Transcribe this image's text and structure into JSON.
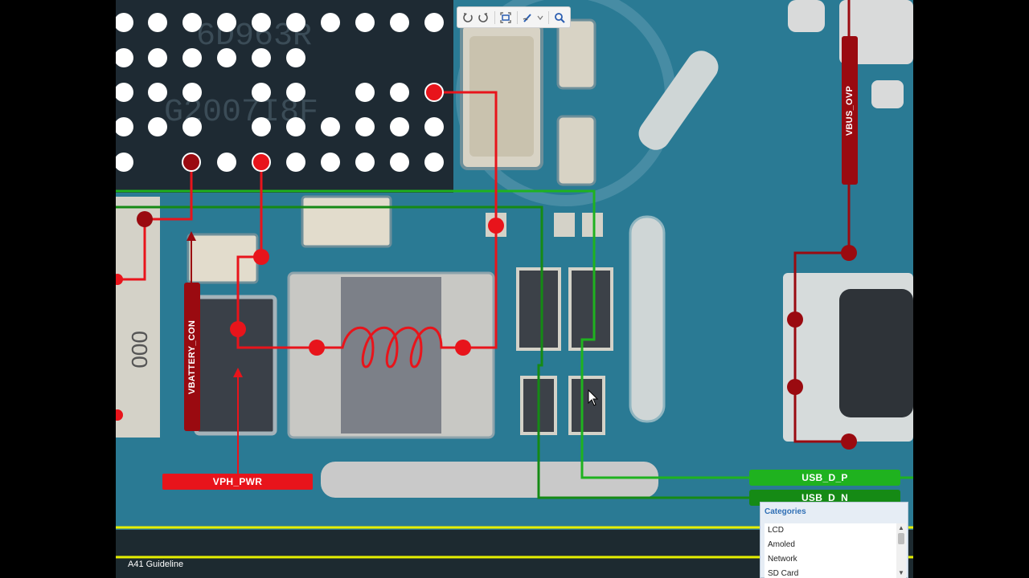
{
  "toolbar": {
    "icons": [
      "rotate-left-icon",
      "rotate-right-icon",
      "fit-screen-icon",
      "draw-tool-icon",
      "dropdown-icon",
      "search-icon"
    ]
  },
  "board": {
    "chip_text_line1": "6D963R",
    "chip_text_line2": "G2007I8F",
    "side_text": "000"
  },
  "nets": {
    "vbattery_con": "VBATTERY_CON",
    "vph_pwr": "VPH_PWR",
    "vbus_ovp": "VBUS_OVP",
    "usb_d_p": "USB_D_P",
    "usb_d_n": "USB_D_N"
  },
  "colors": {
    "board": "#2a7a94",
    "trace_red": "#e8141b",
    "trace_dark_red": "#9a0a10",
    "trace_green": "#1fb21f",
    "trace_yellow": "#e6f000",
    "panel_title": "#2f6fb5"
  },
  "categories": {
    "title": "Categories",
    "items": [
      "LCD",
      "Amoled",
      "Network",
      "SD Card"
    ]
  },
  "footer": {
    "guideline": "A41 Guideline"
  }
}
